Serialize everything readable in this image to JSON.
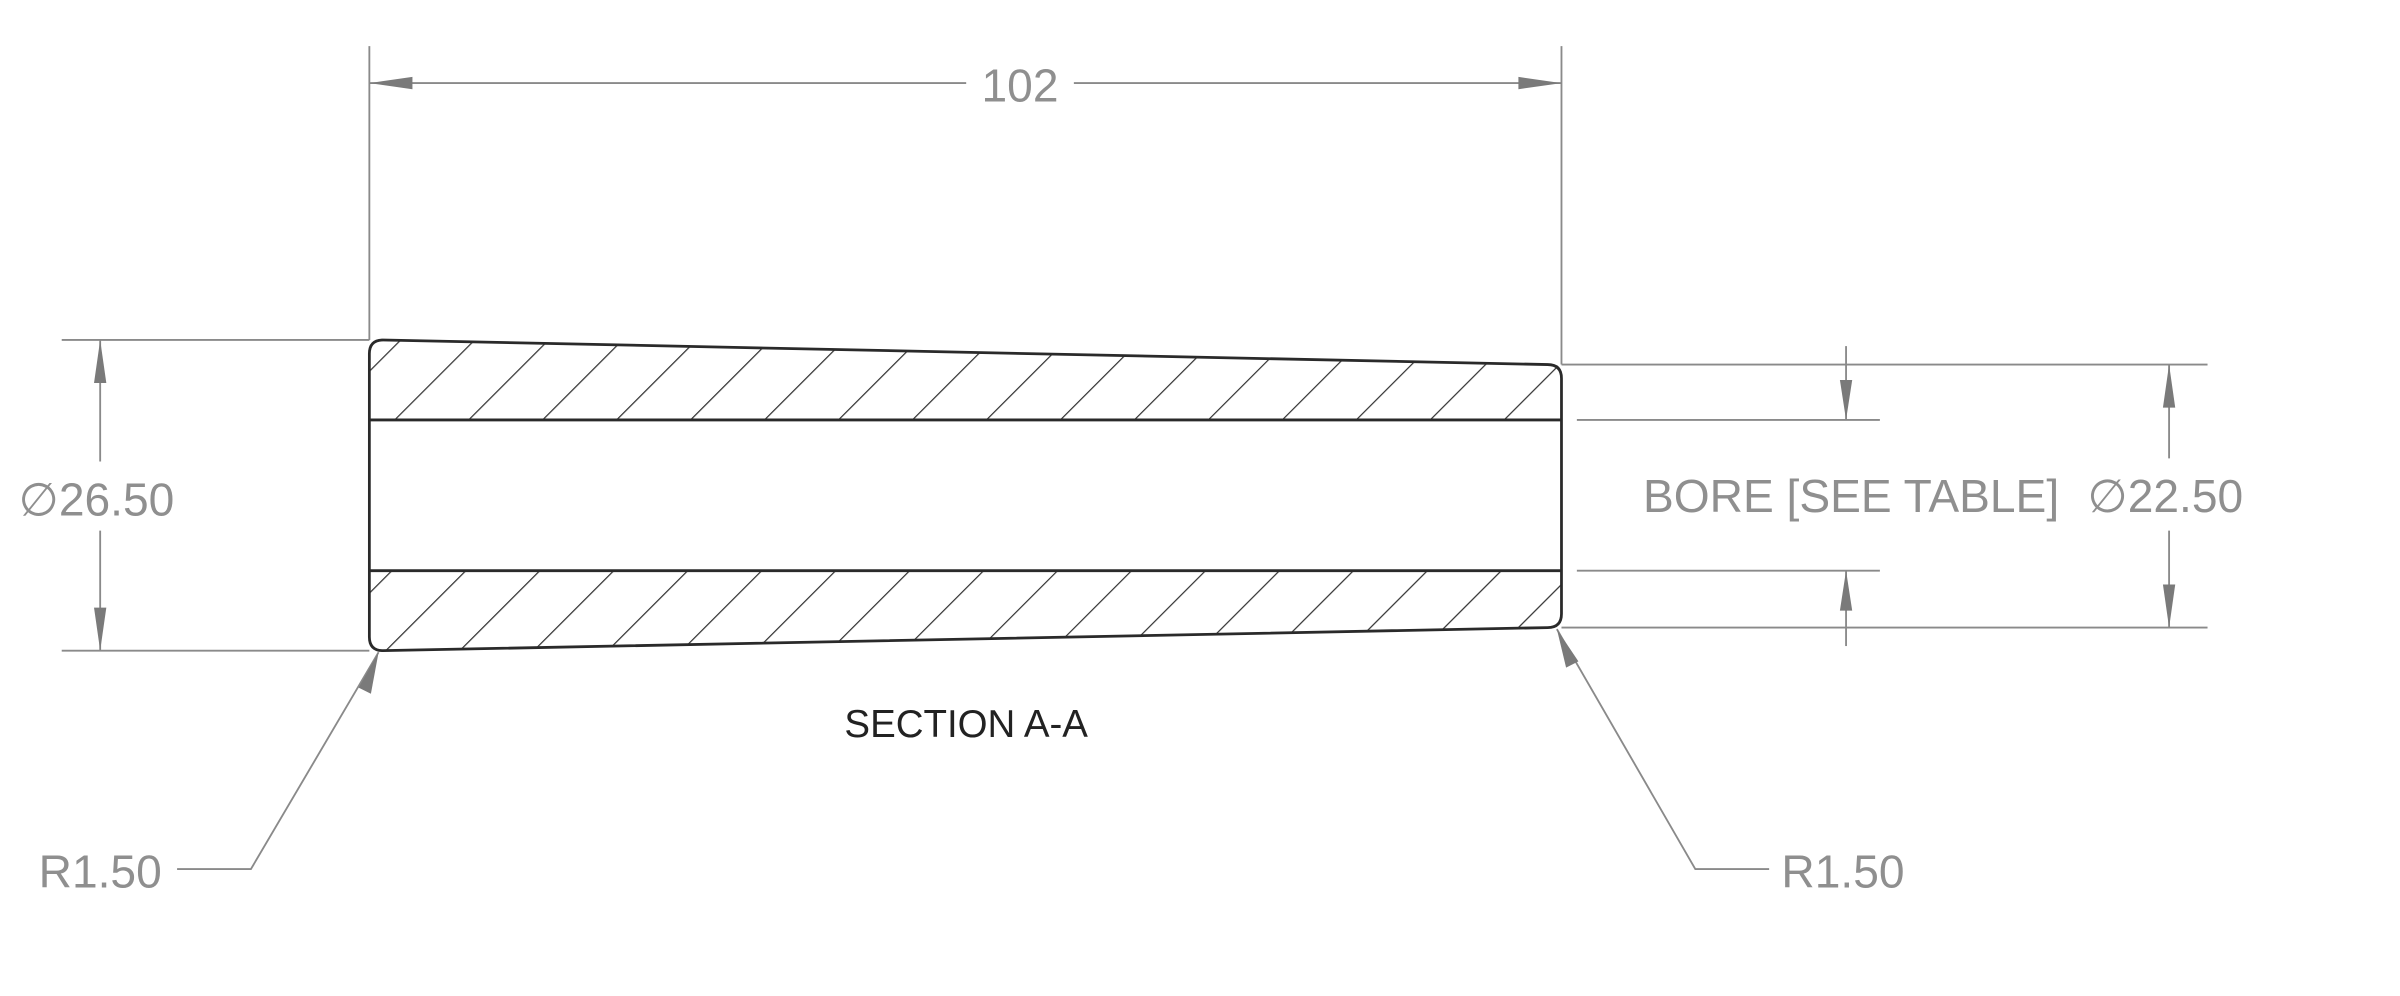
{
  "drawing": {
    "overall_length": "102",
    "large_diameter": "∅26.50",
    "small_diameter": "∅22.50",
    "bore_note": "BORE [SEE TABLE]",
    "left_radius": "R1.50",
    "right_radius": "R1.50",
    "section_label": "SECTION A-A"
  },
  "colors": {
    "dimension": "#8a8a8a",
    "object": "#2a2a2a"
  }
}
